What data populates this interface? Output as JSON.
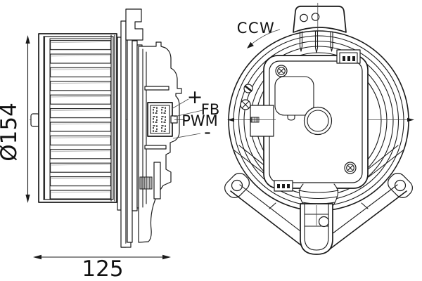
{
  "drawing": {
    "kind": "blower-motor-technical-drawing",
    "dimensions": {
      "diameter_label": "Ø154",
      "length_label": "125"
    },
    "rotation": {
      "direction_label": "CCW"
    },
    "connector_pins": {
      "plus": "+",
      "fb": "FB",
      "pwm": "PWM",
      "minus": "-"
    },
    "colors": {
      "line": "#1a1a1a",
      "centerline": "#7a7a7a",
      "background": "#ffffff"
    }
  }
}
